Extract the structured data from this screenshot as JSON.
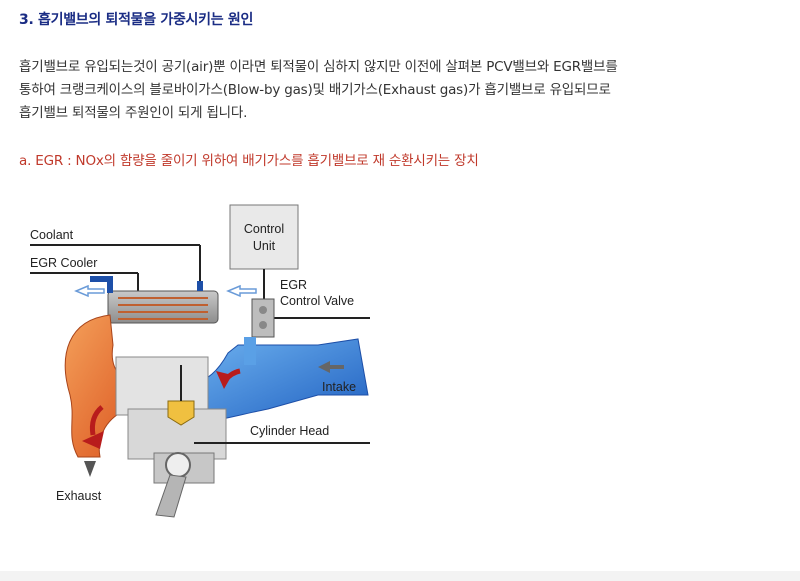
{
  "heading": "3. 흡기밸브의 퇴적물을 가중시키는 원인",
  "paragraph": [
    "흡기밸브로 유입되는것이 공기(air)뿐 이라면 퇴적물이 심하지 않지만 이전에 살펴본 PCV밸브와 EGR밸브를",
    "통하여 크랭크케이스의 블로바이가스(Blow-by gas)및 배기가스(Exhaust gas)가 흡기밸브로 유입되므로",
    "흡기밸브 퇴적물의 주원인이 되게 됩니다."
  ],
  "subheading": "a. EGR : NOx의 함량을 줄이기 위하여 배기가스를 흡기밸브로 재 순환시키는 장치",
  "diagram": {
    "coolant": "Coolant",
    "egr_cooler": "EGR Cooler",
    "control_unit_line1": "Control",
    "control_unit_line2": "Unit",
    "egr_valve_line1": "EGR",
    "egr_valve_line2": "Control Valve",
    "intake": "Intake",
    "cylinder_head": "Cylinder Head",
    "exhaust": "Exhaust"
  },
  "colors": {
    "heading": "#1a2c84",
    "subheading": "#c0392b",
    "intake_blue": "#2f7fd8",
    "exhaust_orange": "#e8702a"
  }
}
